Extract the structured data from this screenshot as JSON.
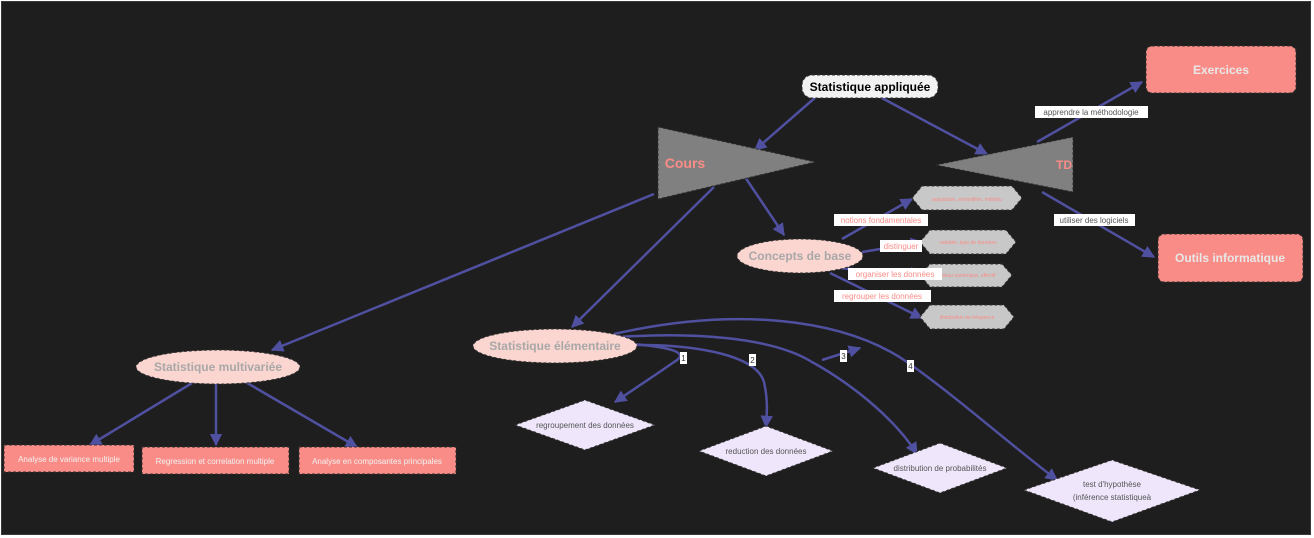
{
  "diagram": {
    "root": "Statistique appliquée",
    "cours": "Cours",
    "td": "TD",
    "exercices": "Exercices",
    "outils": "Outils informatique",
    "concepts": "Concepts de base",
    "elementaire": "Statistique élémentaire",
    "multivariee": "Statistique multivariée",
    "multi_children": [
      "Analyse de variance multiple",
      "Regression et correlation multiple",
      "Analyse en composantes principales"
    ],
    "elem_children": {
      "regroupement": "regroupement des données",
      "reduction": "reduction des données",
      "distribution": "distribution de probabilités",
      "test_line1": "test d'hypothèse",
      "test_line2": "(inférence statistiqueà"
    },
    "concept_children": [
      "population, echantillon, individu",
      "variable, type de données",
      "tableau numerique, effectif",
      "distribution de fréquence"
    ],
    "link_labels": {
      "apprendre": "apprendre la méthodologie",
      "logiciels": "utiliser des logiciels",
      "notions": "notions fondamentales",
      "distinguer": "distinguer",
      "organiser": "organiser les données",
      "regrouper": "regrouper  les données",
      "step1": "1",
      "step2": "2",
      "step3": "3",
      "step4": "4"
    },
    "colors": {
      "background": "#1e1e1e",
      "edge": "#5050a0",
      "salmon": "#f98c86",
      "pink": "#fbd5d0",
      "lavender": "#efe6fb",
      "grey": "#808080",
      "silver": "#c8c8c8"
    }
  }
}
